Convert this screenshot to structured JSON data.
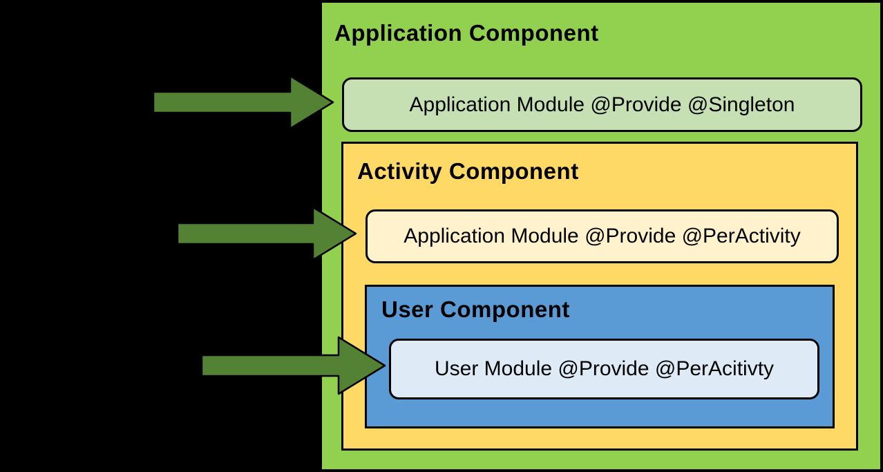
{
  "colors": {
    "page_background": "#000000",
    "application_component_bg": "#92D050",
    "application_module_bg": "#C6E0B4",
    "activity_component_bg": "#FFD966",
    "activity_module_bg": "#FFF2CC",
    "user_component_bg": "#5B9BD5",
    "user_module_bg": "#DEEBF7",
    "arrow_fill": "#548235",
    "outline": "#000000",
    "text": "#000000"
  },
  "components": {
    "application": {
      "title": "Application Component",
      "module_label": "Application Module @Provide @Singleton"
    },
    "activity": {
      "title": "Activity Component",
      "module_label": "Application Module @Provide @PerActivity"
    },
    "user": {
      "title": "User Component",
      "module_label": "User Module @Provide @PerAcitivty"
    }
  },
  "icons": {
    "arrow": "block-arrow-right",
    "arrow_count": 3
  }
}
